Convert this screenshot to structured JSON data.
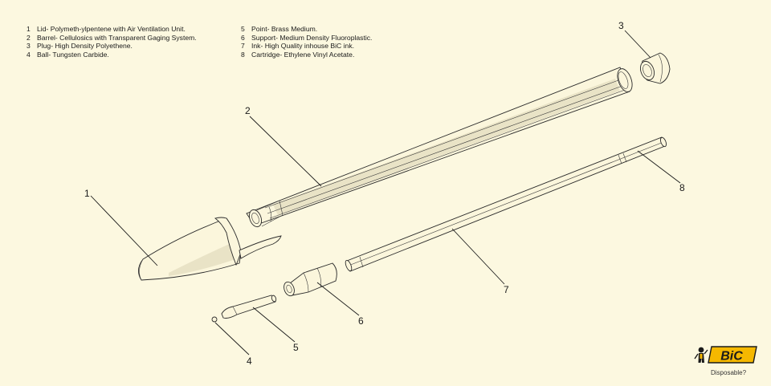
{
  "legend": {
    "left": [
      {
        "num": "1",
        "text": "Lid- Polymeth-ylpentene with Air Ventilation Unit."
      },
      {
        "num": "2",
        "text": "Barrel- Cellulosics with Transparent Gaging System."
      },
      {
        "num": "3",
        "text": "Plug- High Density Polyethene."
      },
      {
        "num": "4",
        "text": "Ball-  Tungsten Carbide."
      }
    ],
    "right": [
      {
        "num": "5",
        "text": "Point- Brass Medium."
      },
      {
        "num": "6",
        "text": "Support- Medium Density Fluoroplastic."
      },
      {
        "num": "7",
        "text": "Ink- High Quality inhouse BiC ink."
      },
      {
        "num": "8",
        "text": "Cartridge- Ethylene Vinyl Acetate."
      }
    ]
  },
  "callouts": {
    "c1": "1",
    "c2": "2",
    "c3": "3",
    "c4": "4",
    "c5": "5",
    "c6": "6",
    "c7": "7",
    "c8": "8"
  },
  "brand": {
    "logo_text": "BiC",
    "tagline": "Disposable?",
    "accent": "#f5b800"
  }
}
